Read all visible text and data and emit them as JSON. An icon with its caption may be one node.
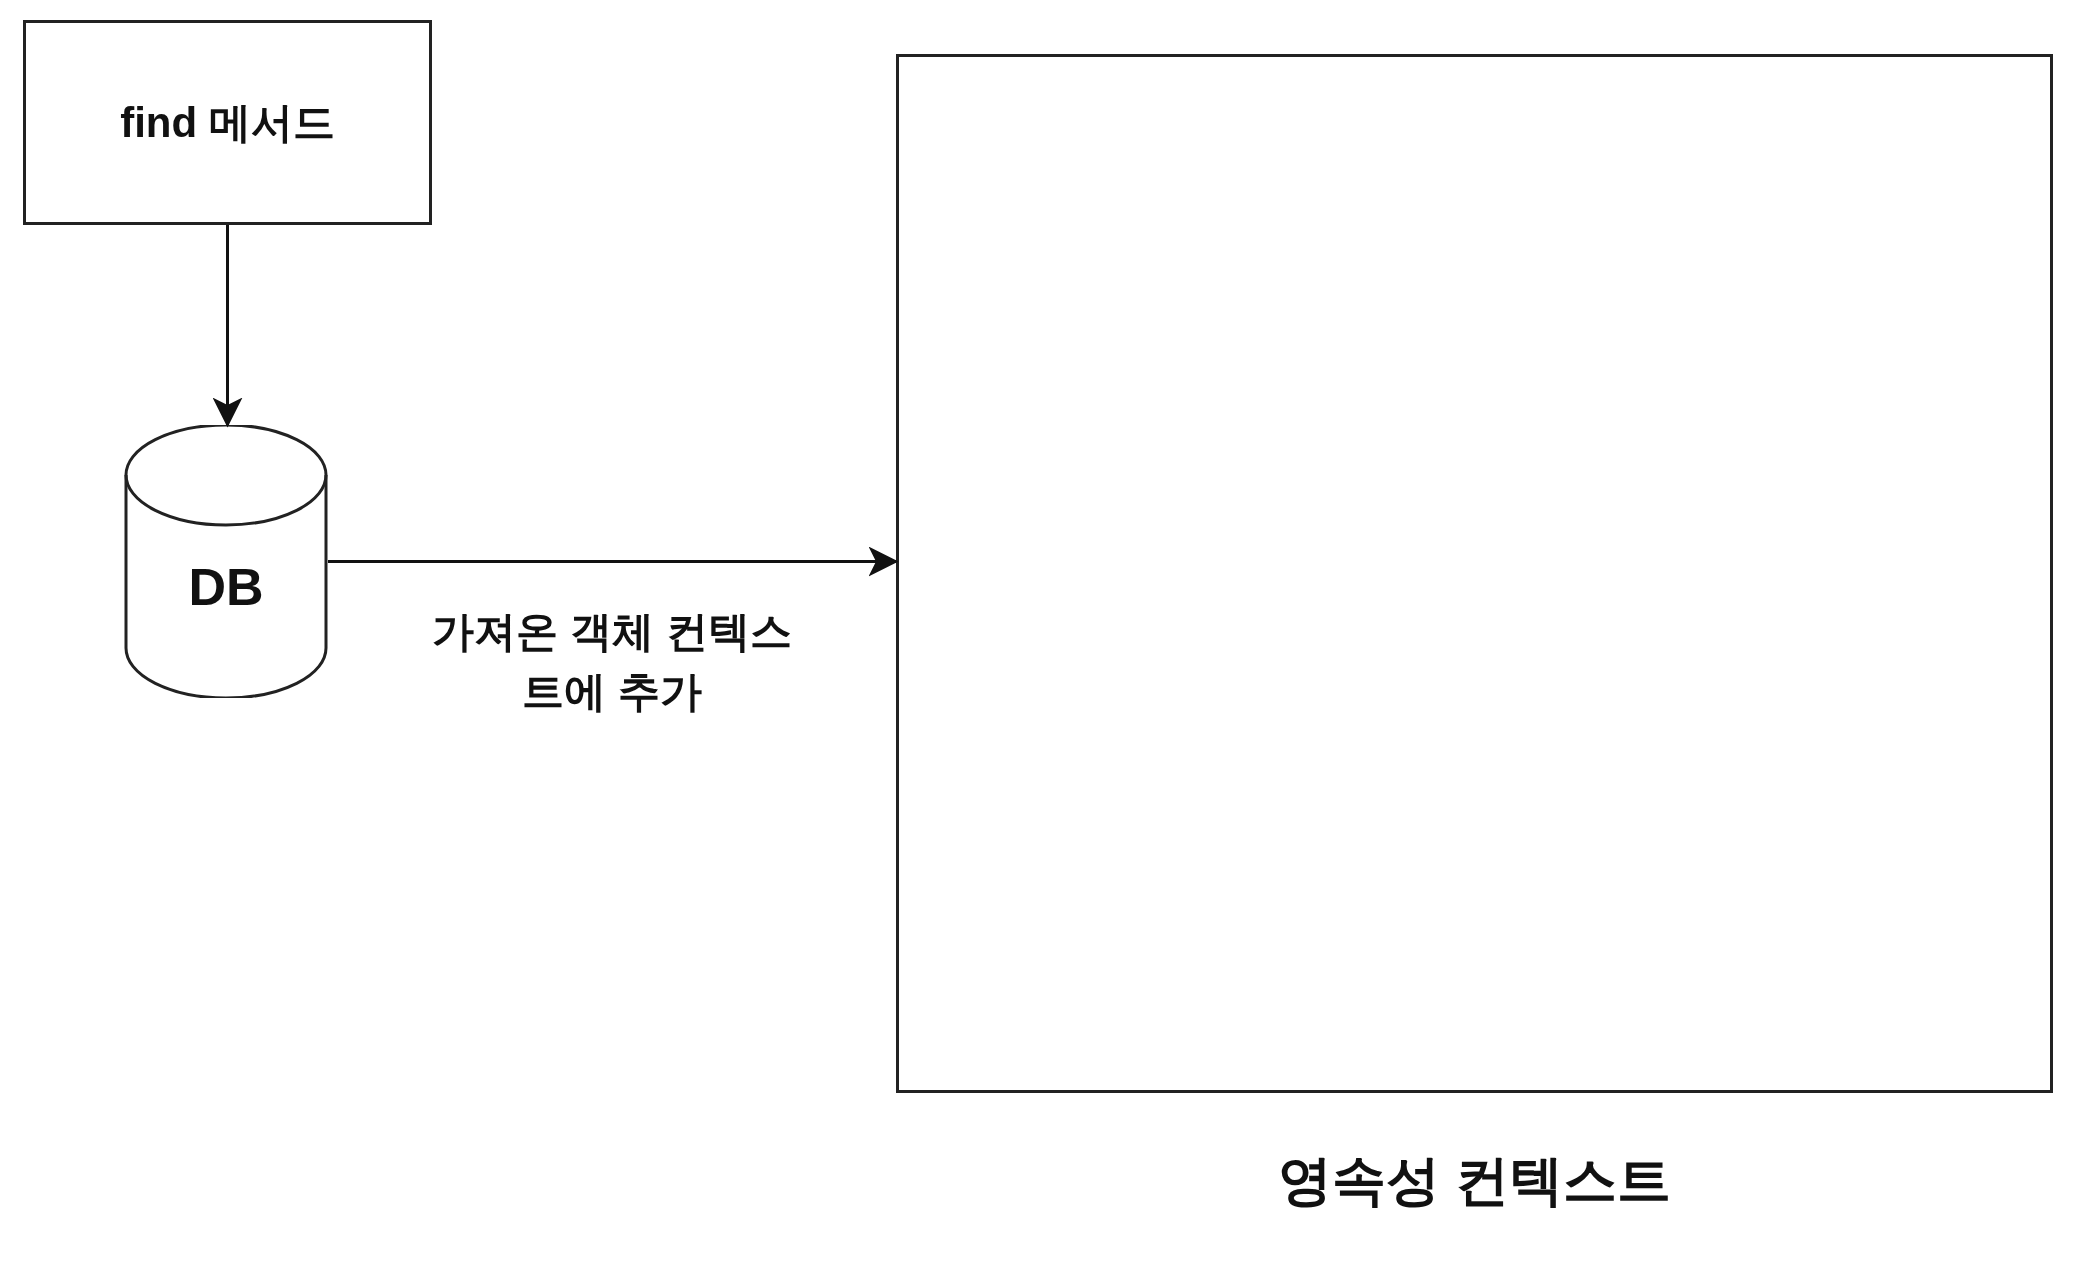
{
  "diagram": {
    "nodes": [
      {
        "text": [
          "find 메서드"
        ]
      },
      {
        "text": [
          "DB"
        ]
      },
      {
        "text": [
          "영속성 컨텍스트"
        ]
      }
    ],
    "edges": [
      {
        "from": 0,
        "to": 1,
        "arrow": "to"
      },
      {
        "from": 1,
        "to": 2,
        "arrow": "to",
        "label": "가져온 객체 컨텍스트에 추가"
      }
    ]
  }
}
